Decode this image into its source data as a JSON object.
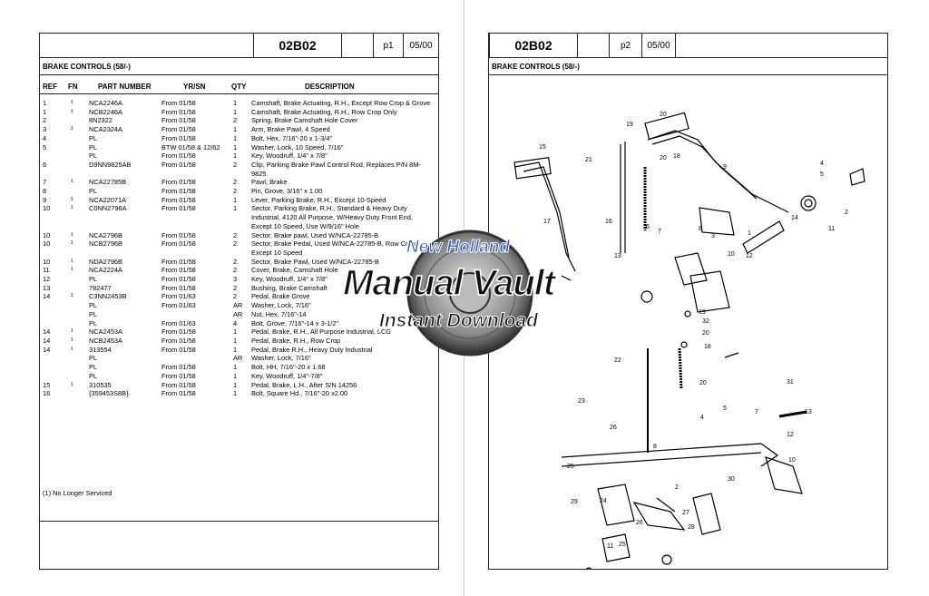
{
  "left_page": {
    "code": "02B02",
    "page": "p1",
    "date": "05/00",
    "section": "BRAKE CONTROLS (58/-)",
    "columns": {
      "ref": "REF",
      "fn": "FN",
      "part": "PART NUMBER",
      "yr": "YR/SN",
      "qty": "QTY",
      "desc": "DESCRIPTION"
    },
    "rows": [
      {
        "ref": "1",
        "fn": "1",
        "part": "NCA2246A",
        "yr": "From 01/58",
        "qty": "1",
        "desc": "Camshaft, Brake Actuating, R.H., Except Row Crop & Grove"
      },
      {
        "ref": "1",
        "fn": "1",
        "part": "NCB2246A",
        "yr": "From 01/58",
        "qty": "1",
        "desc": "Camshaft, Brake Actuating, R.H., Row Crop Only"
      },
      {
        "ref": "2",
        "fn": "",
        "part": "8N2322",
        "yr": "From 01/58",
        "qty": "2",
        "desc": "Spring, Brake Camshaft Hole Cover"
      },
      {
        "ref": "3",
        "fn": "1",
        "part": "NCA2324A",
        "yr": "From 01/58",
        "qty": "1",
        "desc": "Arm, Brake Pawl, 4 Speed"
      },
      {
        "ref": "4",
        "fn": "",
        "part": "PL",
        "yr": "From 01/58",
        "qty": "1",
        "desc": "Bolt, Hex, 7/16\"-20 x 1-3/4\""
      },
      {
        "ref": "5",
        "fn": "",
        "part": "PL",
        "yr": "BTW 01/58 & 12/62",
        "qty": "1",
        "desc": "Washer, Lock, 10 Speed, 7/16\""
      },
      {
        "ref": "",
        "fn": "",
        "part": "PL",
        "yr": "From 01/58",
        "qty": "1",
        "desc": "Key, Woodruff, 1/4\" x 7/8\""
      },
      {
        "ref": "6",
        "fn": "",
        "part": "D9NN9825AB",
        "yr": "From 01/58",
        "qty": "2",
        "desc": "Clip, Parking Brake Pawl Control Rod, Replaces P/N 8M-9825"
      },
      {
        "ref": "7",
        "fn": "1",
        "part": "NCA22785B",
        "yr": "From 01/58",
        "qty": "2",
        "desc": "Pawl, Brake"
      },
      {
        "ref": "8",
        "fn": "",
        "part": "PL",
        "yr": "From 01/58",
        "qty": "2",
        "desc": "Pin, Grove, 3/16\" x 1.00"
      },
      {
        "ref": "9",
        "fn": "1",
        "part": "NCA22071A",
        "yr": "From 01/58",
        "qty": "1",
        "desc": "Lever, Parking Brake, R.H., Except 10-Speed"
      },
      {
        "ref": "10",
        "fn": "1",
        "part": "C0NN2796A",
        "yr": "From 01/58",
        "qty": "1",
        "desc": "Sector, Parking Brake, R.H., Standard & Heavy Duty Industrial, 4120 All Purpose, W/Heavy Duty Front End, Except 10 Speed, Use W/9/16\" Hole"
      },
      {
        "ref": "10",
        "fn": "1",
        "part": "NCA2796B",
        "yr": "From 01/58",
        "qty": "2",
        "desc": "Sector, Brake pawl, Used W/NCA-22785-B"
      },
      {
        "ref": "10",
        "fn": "1",
        "part": "NCB2796B",
        "yr": "From 01/58",
        "qty": "2",
        "desc": "Sector, Brake Pedal, Used W/NCA-22785-B, Row Crop, Except 10 Speed"
      },
      {
        "ref": "10",
        "fn": "1",
        "part": "NDA2796B",
        "yr": "From 01/58",
        "qty": "2",
        "desc": "Sector, Brake Pawl, Used W/NCA-22785-B"
      },
      {
        "ref": "11",
        "fn": "1",
        "part": "NCA2224A",
        "yr": "From 01/58",
        "qty": "2",
        "desc": "Cover, Brake, Camshaft Hole"
      },
      {
        "ref": "12",
        "fn": "",
        "part": "PL",
        "yr": "From 01/58",
        "qty": "3",
        "desc": "Key, Woodruff, 1/4\" x 7/8\""
      },
      {
        "ref": "13",
        "fn": "",
        "part": "782477",
        "yr": "From 01/58",
        "qty": "2",
        "desc": "Bushing, Brake Camshaft"
      },
      {
        "ref": "14",
        "fn": "1",
        "part": "C3NN2453B",
        "yr": "From 01/63",
        "qty": "2",
        "desc": "Pedal, Brake Grove"
      },
      {
        "ref": "",
        "fn": "",
        "part": "PL",
        "yr": "From 01/63",
        "qty": "AR",
        "desc": "Washer, Lock, 7/16\""
      },
      {
        "ref": "",
        "fn": "",
        "part": "PL",
        "yr": "",
        "qty": "AR",
        "desc": "Nut, Hex, 7/16\"-14"
      },
      {
        "ref": "",
        "fn": "",
        "part": "PL",
        "yr": "From 01/63",
        "qty": "4",
        "desc": "Bolt, Grove, 7/16\"-14 x 3-1/2\""
      },
      {
        "ref": "14",
        "fn": "1",
        "part": "NCA2453A",
        "yr": "From 01/58",
        "qty": "1",
        "desc": "Pedal, Brake, R.H., All Purpose Industrial, LCG"
      },
      {
        "ref": "14",
        "fn": "1",
        "part": "NCB2453A",
        "yr": "From 01/58",
        "qty": "1",
        "desc": "Pedal, Brake, R.H., Row Crop"
      },
      {
        "ref": "14",
        "fn": "1",
        "part": "313554",
        "yr": "From 01/58",
        "qty": "1",
        "desc": "Pedal, Brake R.H., Heavy Duty Industrial"
      },
      {
        "ref": "",
        "fn": "",
        "part": "PL",
        "yr": "",
        "qty": "AR",
        "desc": "Washer, Lock, 7/16\""
      },
      {
        "ref": "",
        "fn": "",
        "part": "PL",
        "yr": "From 01/58",
        "qty": "1",
        "desc": "Bolt, HH, 7/16\"-20 x 1.68"
      },
      {
        "ref": "",
        "fn": "",
        "part": "PL",
        "yr": "From 01/58",
        "qty": "1",
        "desc": "Key, Woodruff, 1/4\"-7/8\""
      },
      {
        "ref": "15",
        "fn": "1",
        "part": "310535",
        "yr": "From 01/58",
        "qty": "1",
        "desc": "Pedal, Brake, L.H., After S/N 14256"
      },
      {
        "ref": "16",
        "fn": "",
        "part": "{359453S8B}",
        "yr": "From 01/58",
        "qty": "1",
        "desc": "Bolt, Square Hd., 7/16\"-20 x2.00"
      }
    ],
    "footnote": "(1)   No Longer Serviced"
  },
  "right_page": {
    "code": "02B02",
    "page": "p2",
    "date": "05/00",
    "section": "BRAKE CONTROLS (58/-)"
  },
  "watermark": {
    "line1": "New Holland",
    "line2": "Manual Vault",
    "line3": "Instant Download",
    "accent": "#2a5bbd"
  },
  "diagram_labels": {
    "upper": [
      "1",
      "2",
      "3",
      "4",
      "5",
      "6",
      "7",
      "8",
      "9",
      "10",
      "11",
      "12",
      "13",
      "14",
      "15",
      "16",
      "17",
      "18",
      "19",
      "20",
      "20",
      "21"
    ],
    "lower": [
      "2",
      "4",
      "5",
      "7",
      "8",
      "10",
      "11",
      "12",
      "13",
      "18",
      "19",
      "20",
      "20",
      "22",
      "23",
      "24",
      "25",
      "25",
      "26",
      "26",
      "27",
      "28",
      "29",
      "30",
      "31",
      "32"
    ]
  }
}
